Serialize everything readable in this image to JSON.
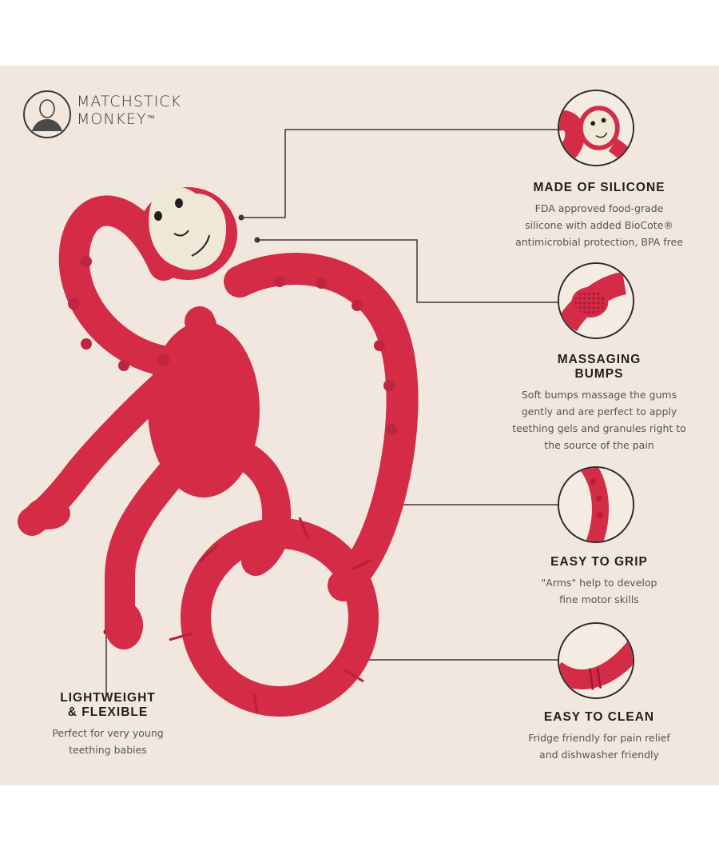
{
  "brand": {
    "line1": "MATCHSTICK",
    "line2": "MONKEY",
    "trademark": "™"
  },
  "colors": {
    "background": "#f2e7de",
    "product_red": "#d42b47",
    "face": "#efe8d6",
    "lines": "#3a3a3a"
  },
  "features": {
    "silicone": {
      "title": "MADE OF SILICONE",
      "text": "FDA approved food-grade\nsilicone with added BioCote®\nantimicrobial protection, BPA free",
      "icon": "monkey-face-closeup-icon"
    },
    "bumps": {
      "title_line1": "MASSAGING",
      "title_line2": "BUMPS",
      "text": "Soft bumps massage the gums\ngently and are perfect to apply\nteething gels and granules right to\nthe source of the pain",
      "icon": "textured-bumps-closeup-icon"
    },
    "grip": {
      "title": "EASY TO GRIP",
      "text": "\"Arms\" help to develop\nfine motor skills",
      "icon": "arm-closeup-icon"
    },
    "clean": {
      "title": "EASY TO CLEAN",
      "text": "Fridge friendly for pain relief\nand dishwasher friendly",
      "icon": "ring-closeup-icon"
    },
    "lightweight": {
      "title_line1": "LIGHTWEIGHT",
      "title_line2": "& FLEXIBLE",
      "text": "Perfect for very young\nteething babies"
    }
  }
}
